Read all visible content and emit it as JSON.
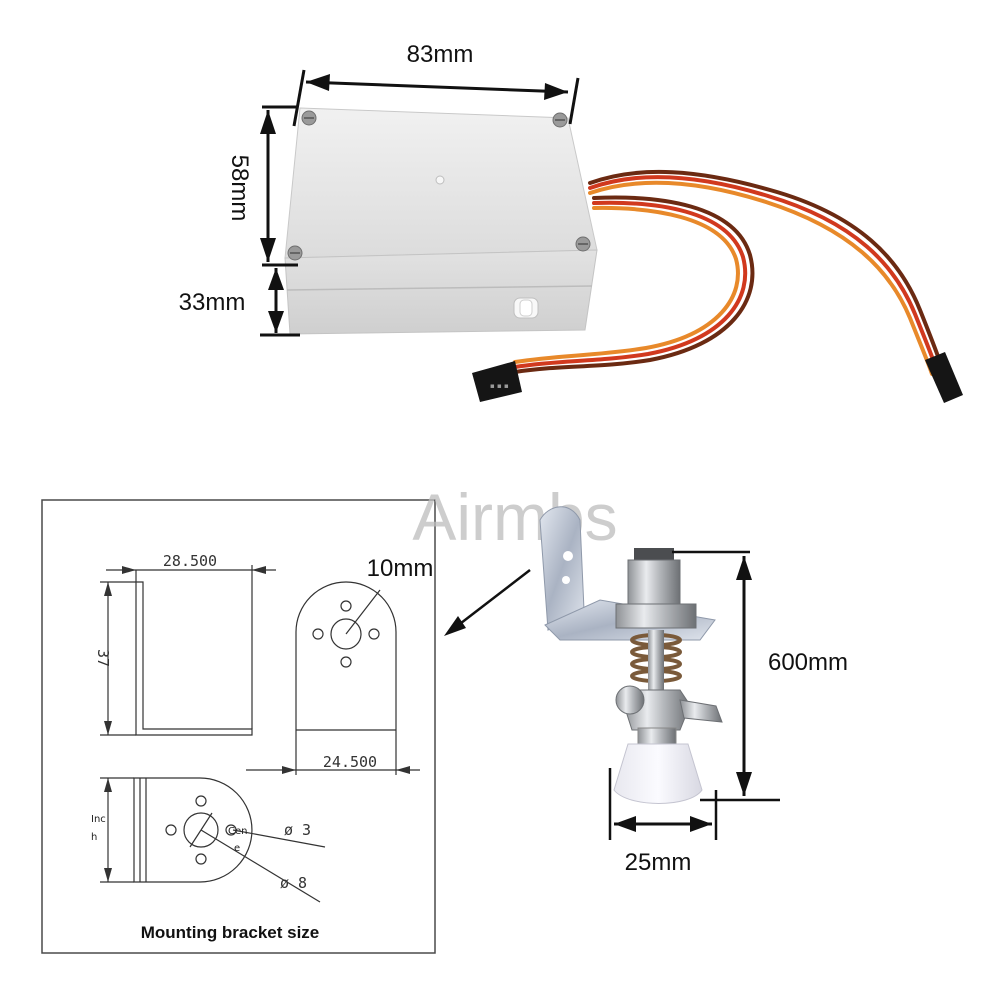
{
  "watermark": "Airmbs",
  "top_dimensions": {
    "width": "83mm",
    "depth": "58mm",
    "height": "33mm"
  },
  "drawing": {
    "bracket_width": "28.500",
    "bracket_height": "37",
    "hole_diameter": "10mm",
    "plate_width": "24.500",
    "small_hole": "ø 3",
    "large_hole": "ø 8",
    "side_label_1": "Inc",
    "side_label_2": "h",
    "center_label_1": "Cen",
    "center_label_2": "e",
    "caption": "Mounting bracket size"
  },
  "cup_dimensions": {
    "height": "600mm",
    "diameter": "25mm"
  },
  "colors": {
    "wire_red": "#d1391e",
    "wire_orange": "#e8892a",
    "wire_brown": "#6b2a12",
    "box": "#e6e6e6"
  },
  "icons": [
    "arrow-pointer-icon",
    "screw-icon",
    "servo-connector-icon"
  ]
}
